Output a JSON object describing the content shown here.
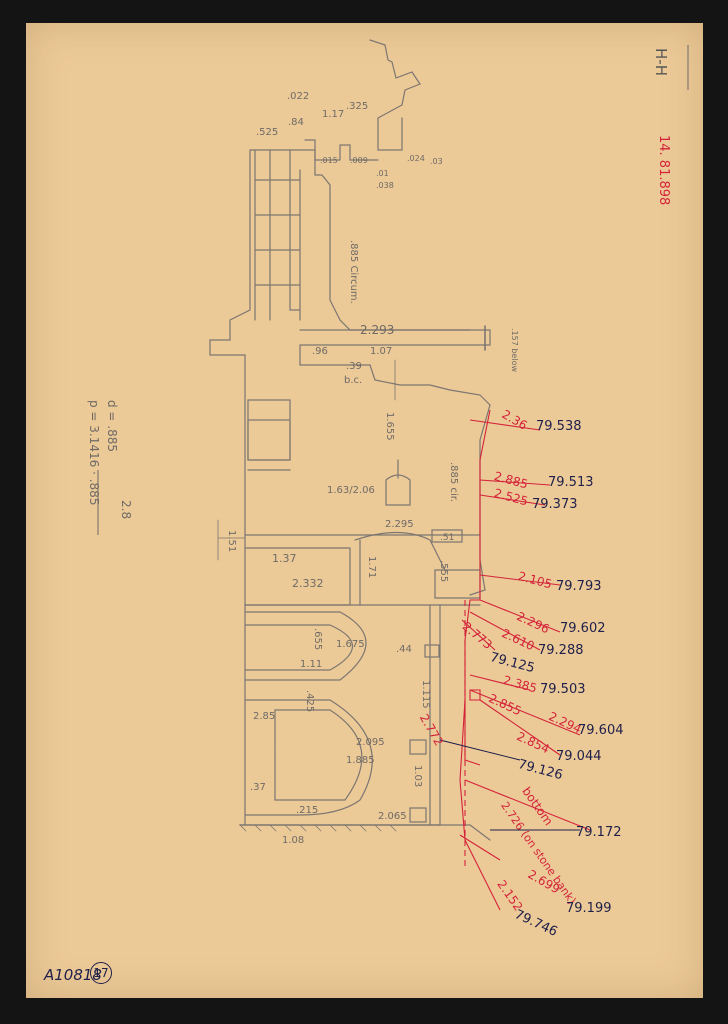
{
  "sheet": {
    "id": "A10818",
    "number": "17"
  },
  "section_label": "H-H",
  "red_top_note": "14. 81.898",
  "left_formula": {
    "line1": "d = .885",
    "line2": "p = 3.1416 · .885",
    "line3": "2.8"
  },
  "top_dims": [
    ".022",
    ".84",
    "1.17",
    ".325",
    ".525",
    ".015",
    ".009",
    ".024",
    ".03",
    ".01",
    ".038"
  ],
  "pencil_dims": {
    "d2293": "2.293",
    "d885c": ".885 Circum.",
    "d157": ".157 below",
    "d96": ".96",
    "d07": "1.07",
    "d39": ".39",
    "dbc": "b.c.",
    "d1655": "1.655",
    "d163": "1.63/2.06",
    "d885cir": ".885 cir.",
    "d2295": "2.295",
    "d51": ".51",
    "d151": "1.51",
    "d137": "1.37",
    "d2332": "2.332",
    "d171": "1.71",
    "d555": ".555",
    "d1675": "1.675",
    "d655": ".655",
    "d111": "1.11",
    "d44": ".44",
    "d1115": "1.115",
    "d425": ".425",
    "d285": "2.85",
    "d2095": "2.095",
    "d1885": "1.885",
    "d37": ".37",
    "d215": ".215",
    "d2065": "2.065",
    "d103": "1.03",
    "d108": "1.08"
  },
  "red_dims": [
    "2.36",
    "2.885",
    "2.525",
    "2.105",
    "2.296",
    "2.610",
    "2.773",
    "2.385",
    "2.855",
    "2.294",
    "2.854",
    "2.772",
    "bottom",
    "2.726 (on stone bank)",
    "2.699",
    "2.152"
  ],
  "elevations": [
    "79.538",
    "79.513",
    "79.373",
    "79.793",
    "79.602",
    "79.288",
    "79.125",
    "79.503",
    "79.604",
    "79.044",
    "79.126",
    "79.172",
    "79.199",
    "79.746"
  ],
  "colors": {
    "paper": "#ecca98",
    "pencil": "#6f6a66",
    "red": "#d4233a",
    "ink": "#1e1f4a"
  }
}
